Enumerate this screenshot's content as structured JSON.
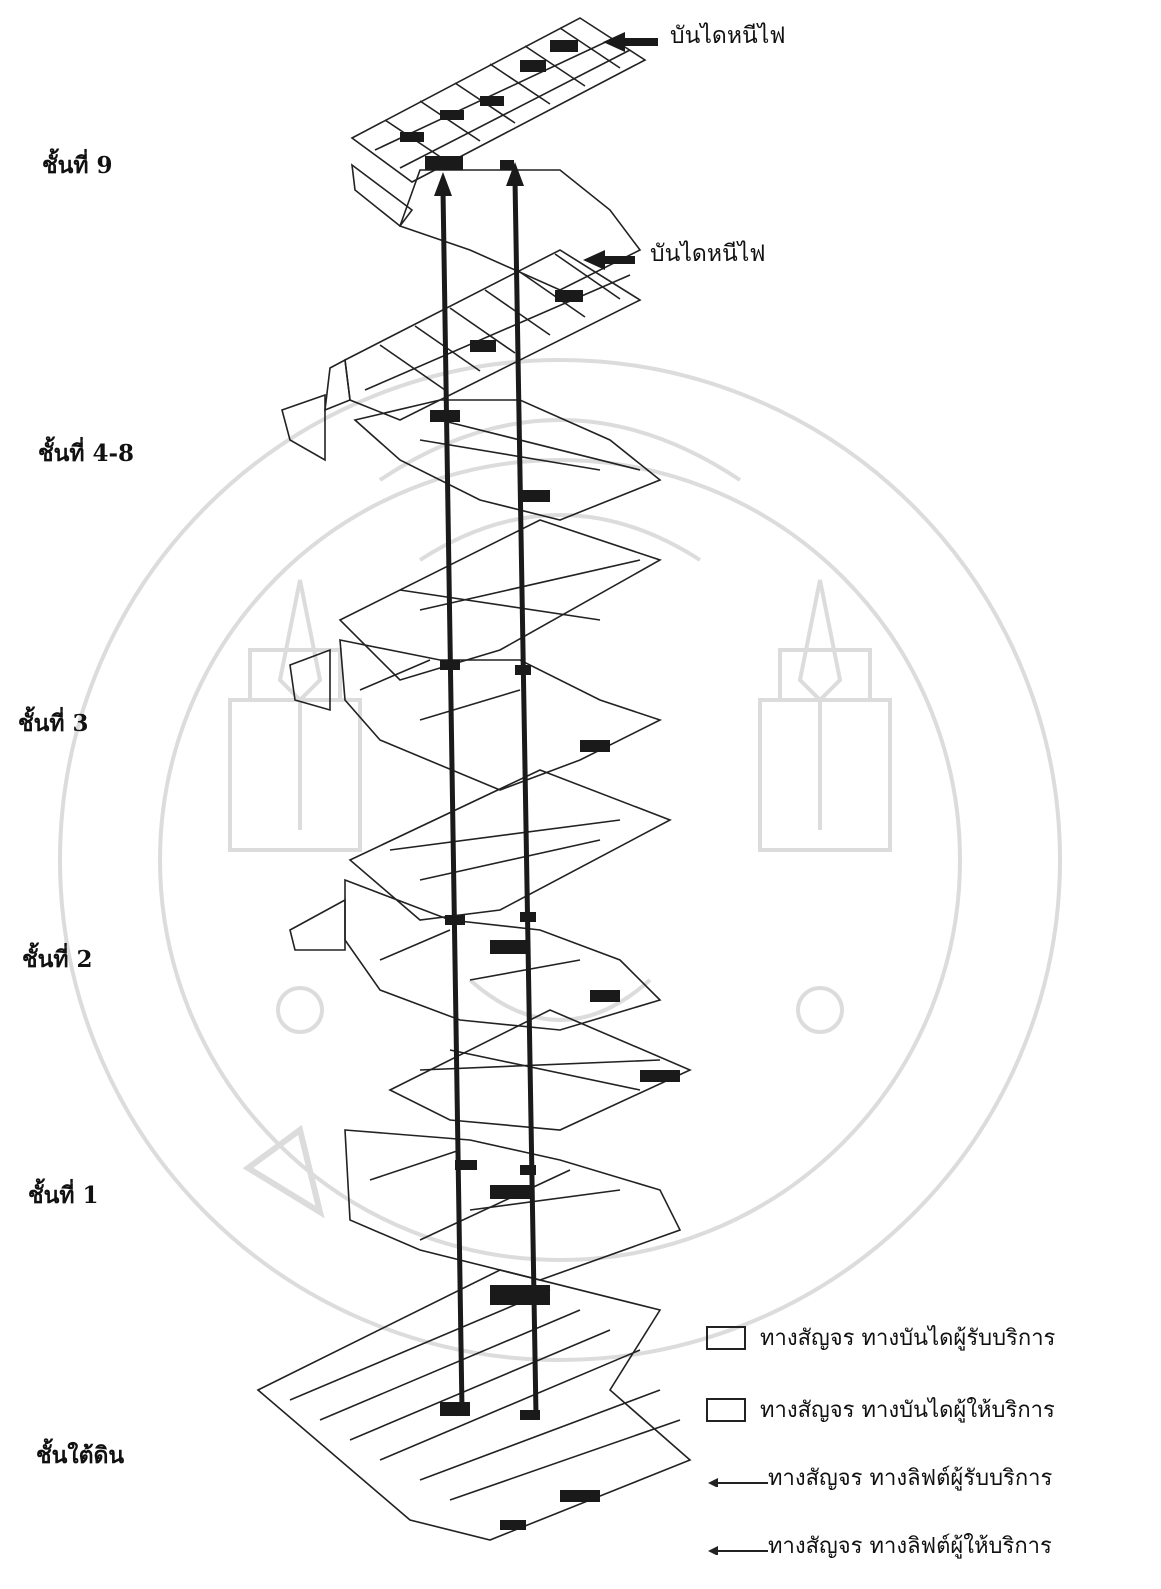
{
  "floors": [
    {
      "id": "9",
      "label": "ชั้นที่ 9"
    },
    {
      "id": "4-8",
      "label": "ชั้นที่ 4-8"
    },
    {
      "id": "3",
      "label": "ชั้นที่ 3"
    },
    {
      "id": "2",
      "label": "ชั้นที่ 2"
    },
    {
      "id": "1",
      "label": "ชั้นที่ 1"
    },
    {
      "id": "basement",
      "label": "ชั้นใต้ดิน"
    }
  ],
  "callouts": [
    {
      "label": "บันไดหนีไฟ"
    },
    {
      "label": "บันไดหนีไฟ"
    }
  ],
  "legend": [
    {
      "symbol": "box",
      "label": "ทางสัญจร ทางบันไดผู้รับบริการ"
    },
    {
      "symbol": "box",
      "label": "ทางสัญจร ทางบันไดผู้ให้บริการ"
    },
    {
      "symbol": "arrow",
      "label": "ทางสัญจร ทางลิฟต์ผู้รับบริการ"
    },
    {
      "symbol": "arrow",
      "label": "ทางสัญจร ทางลิฟต์ผู้ให้บริการ"
    }
  ],
  "colors": {
    "line": "#222222",
    "stair": "#1a1a1a",
    "watermark": "#d9d9d9",
    "background": "#ffffff"
  }
}
